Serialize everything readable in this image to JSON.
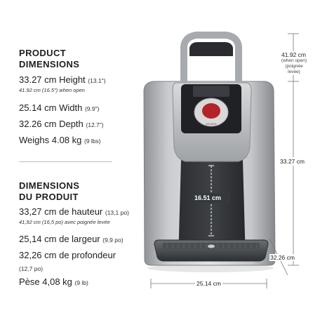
{
  "english": {
    "heading_line1": "PRODUCT",
    "heading_line2": "DIMENSIONS",
    "height_main": "33.27 cm Height",
    "height_sub": "(13.1\")",
    "height_note": "41.92 cm (16.5\") when open",
    "width_main": "25.14 cm Width",
    "width_sub": "(9.9\")",
    "depth_main": "32.26 cm Depth",
    "depth_sub": "(12.7\")",
    "weight_main": "Weighs 4.08 kg",
    "weight_sub": "(9 lbs)"
  },
  "french": {
    "heading_line1": "DIMENSIONS",
    "heading_line2": "DU PRODUIT",
    "height_main": "33,27 cm de hauteur",
    "height_sub": "(13,1 po)",
    "height_note": "41,92 cm (16,5 po) avec poignée levée",
    "width_main": "25,14 cm de largeur",
    "width_sub": "(9,9 po)",
    "depth_main": "32,26 cm de profondeur",
    "depth_sub": "(12,7 po)",
    "weight_main": "Pèse 4,08 kg",
    "weight_sub": "(9 lb)"
  },
  "dimensions": {
    "open_height": "41.92 cm",
    "open_note_line1": "(when open)",
    "open_note_line2": "(poignée",
    "open_note_line3": "levée)",
    "height": "33.27 cm",
    "depth": "32.26 cm",
    "width": "25.14 cm",
    "cup_clearance": "16.51 cm"
  },
  "product": {
    "pod_brand": "KEURIG"
  }
}
